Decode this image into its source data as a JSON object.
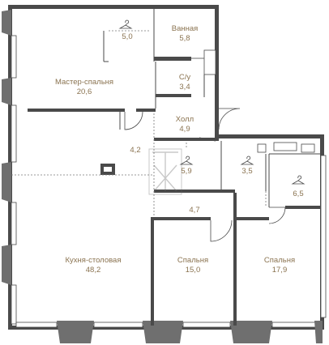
{
  "rooms": [
    {
      "id": "wardrobe-1",
      "name": "",
      "area": "5,0",
      "icon": "hanger-icon"
    },
    {
      "id": "bathroom",
      "name": "Ванная",
      "area": "5,8"
    },
    {
      "id": "master-bedroom",
      "name": "Мастер-спальня",
      "area": "20,6"
    },
    {
      "id": "wc",
      "name": "С/у",
      "area": "3,4"
    },
    {
      "id": "hall",
      "name": "Холл",
      "area": "4,9"
    },
    {
      "id": "corridor-1",
      "name": "",
      "area": "4,2"
    },
    {
      "id": "wardrobe-2",
      "name": "",
      "area": "5,9",
      "icon": "hanger-icon"
    },
    {
      "id": "storage",
      "name": "",
      "area": "3,5",
      "icon": "hanger-icon"
    },
    {
      "id": "wardrobe-3",
      "name": "",
      "area": "6,5",
      "icon": "hanger-icon"
    },
    {
      "id": "corridor-2",
      "name": "",
      "area": "4,7"
    },
    {
      "id": "kitchen-dining",
      "name": "Кухня-столовая",
      "area": "48,2"
    },
    {
      "id": "bedroom-1",
      "name": "Спальня",
      "area": "15,0"
    },
    {
      "id": "bedroom-2",
      "name": "Спальня",
      "area": "17,9"
    }
  ],
  "colors": {
    "walls": "#4a4a4a",
    "labels": "#8a7350"
  }
}
